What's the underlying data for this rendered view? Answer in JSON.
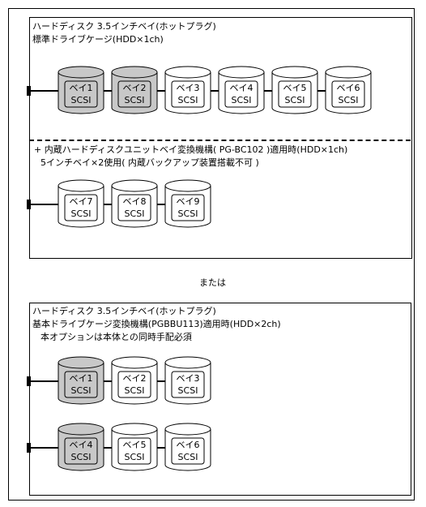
{
  "top_group": {
    "title_line1": "ハードディスク 3.5インチベイ(ホットプラグ)",
    "title_line2": "標準ドライブケージ(HDD×1ch)",
    "extension_line1": "+ 内蔵ハードディスクユニットベイ変換機構( PG-BC102 )適用時(HDD×1ch)",
    "extension_line2": "5インチベイ×2使用( 内蔵バックアップ装置搭載不可 )",
    "row1": [
      {
        "bay": "ベイ1",
        "type": "SCSI",
        "shaded": true
      },
      {
        "bay": "ベイ2",
        "type": "SCSI",
        "shaded": true
      },
      {
        "bay": "ベイ3",
        "type": "SCSI",
        "shaded": false
      },
      {
        "bay": "ベイ4",
        "type": "SCSI",
        "shaded": false
      },
      {
        "bay": "ベイ5",
        "type": "SCSI",
        "shaded": false
      },
      {
        "bay": "ベイ6",
        "type": "SCSI",
        "shaded": false
      }
    ],
    "row2": [
      {
        "bay": "ベイ7",
        "type": "SCSI",
        "shaded": false
      },
      {
        "bay": "ベイ8",
        "type": "SCSI",
        "shaded": false
      },
      {
        "bay": "ベイ9",
        "type": "SCSI",
        "shaded": false
      }
    ]
  },
  "separator_text": "または",
  "bottom_group": {
    "title_line1": "ハードディスク 3.5インチベイ(ホットプラグ)",
    "title_line2": "基本ドライブケージ変換機構(PGBBU113)適用時(HDD×2ch)",
    "title_line3": "本オプションは本体との同時手配必須",
    "row1": [
      {
        "bay": "ベイ1",
        "type": "SCSI",
        "shaded": true
      },
      {
        "bay": "ベイ2",
        "type": "SCSI",
        "shaded": false
      },
      {
        "bay": "ベイ3",
        "type": "SCSI",
        "shaded": false
      }
    ],
    "row2": [
      {
        "bay": "ベイ4",
        "type": "SCSI",
        "shaded": true
      },
      {
        "bay": "ベイ5",
        "type": "SCSI",
        "shaded": false
      },
      {
        "bay": "ベイ6",
        "type": "SCSI",
        "shaded": false
      }
    ]
  },
  "colors": {
    "shaded": "#c8c8c8",
    "plain": "#ffffff",
    "stroke": "#000000"
  }
}
